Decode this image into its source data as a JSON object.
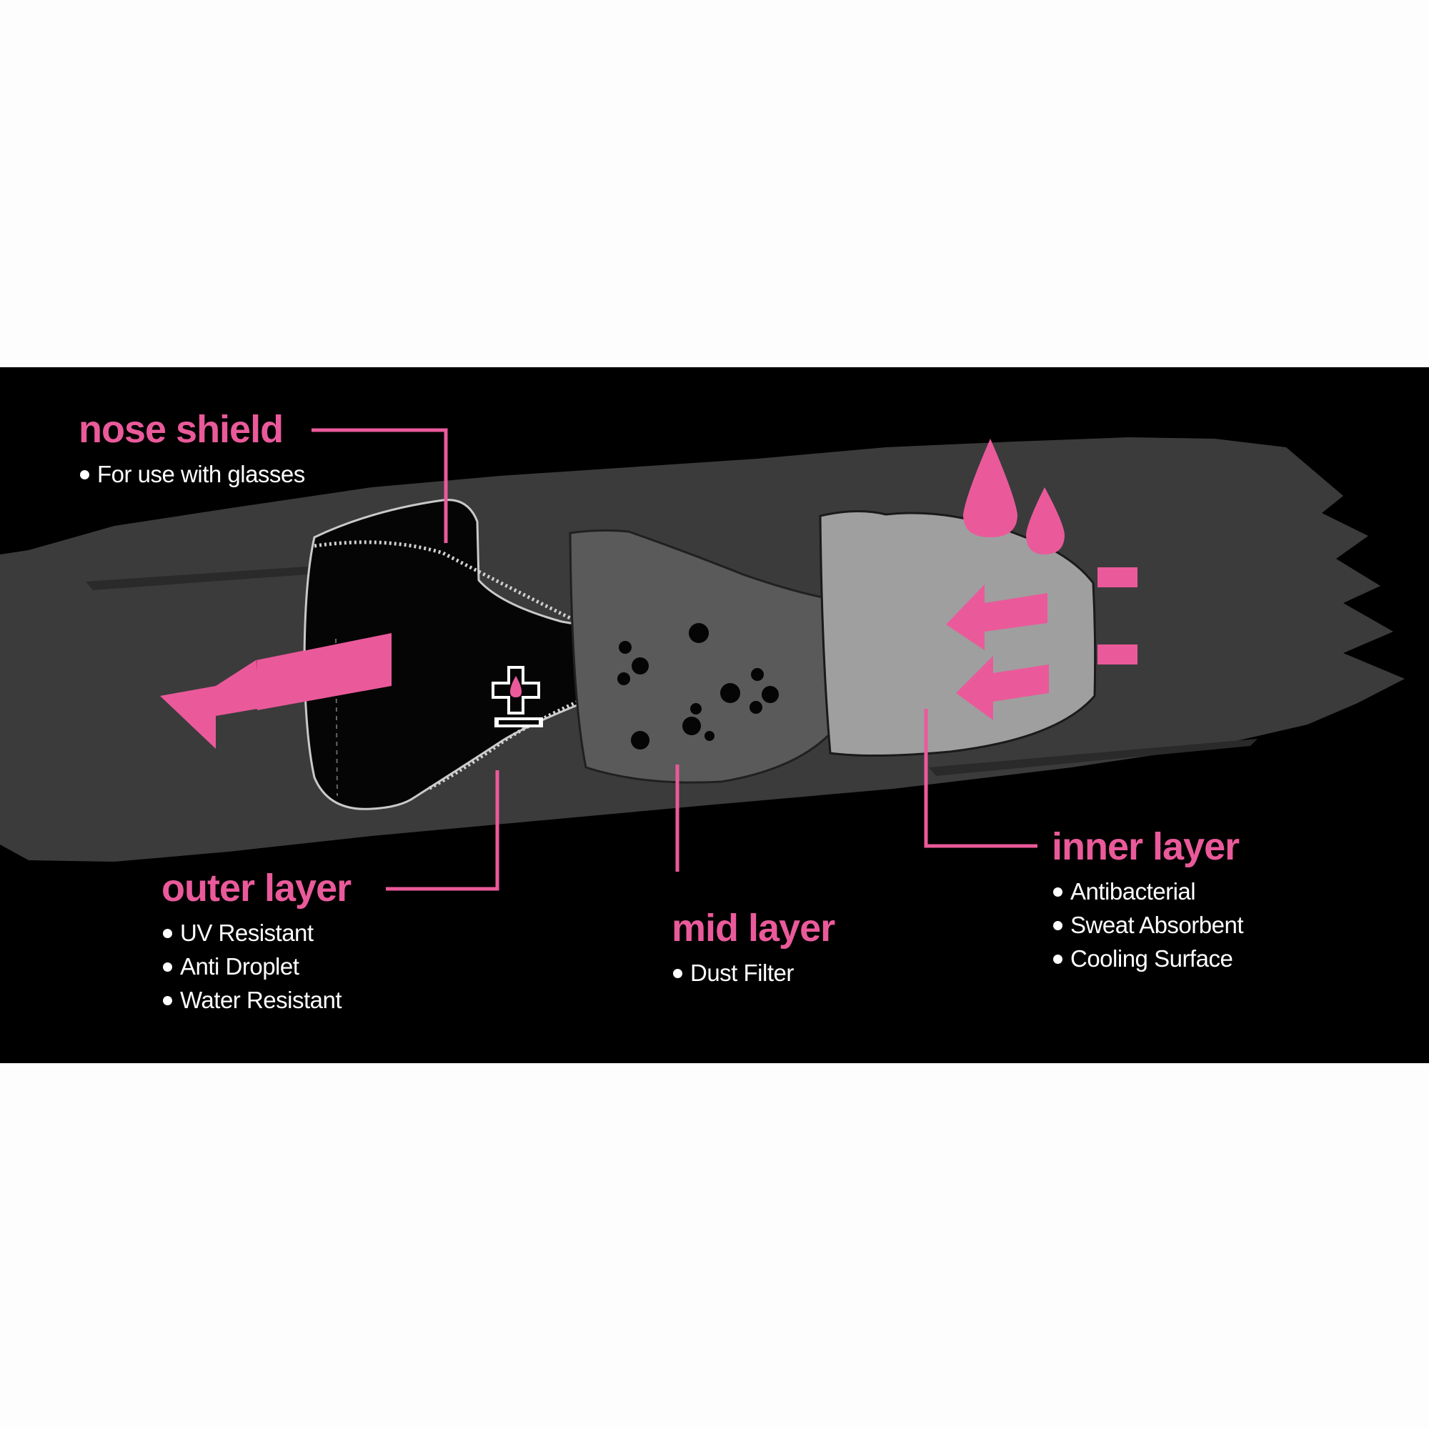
{
  "colors": {
    "accent": "#ea5a9a",
    "banner": "#000000",
    "smear": "#3b3b3b",
    "outer_layer": "#050505",
    "mid_layer": "#5a5a5a",
    "inner_layer": "#9f9f9f",
    "text": "#ffffff"
  },
  "labels": [
    {
      "title": "nose shield",
      "features": [
        "For use with glasses"
      ]
    },
    {
      "title": "outer layer",
      "features": [
        "UV Resistant",
        "Anti Droplet",
        "Water Resistant"
      ]
    },
    {
      "title": "mid layer",
      "features": [
        "Dust Filter"
      ]
    },
    {
      "title": "inner layer",
      "features": [
        "Antibacterial",
        "Sweat Absorbent",
        "Cooling Surface"
      ]
    }
  ],
  "icons": [
    "outflow-arrow-icon",
    "inflow-arrow-icon",
    "water-drop-icon",
    "medical-cross-logo-icon"
  ]
}
